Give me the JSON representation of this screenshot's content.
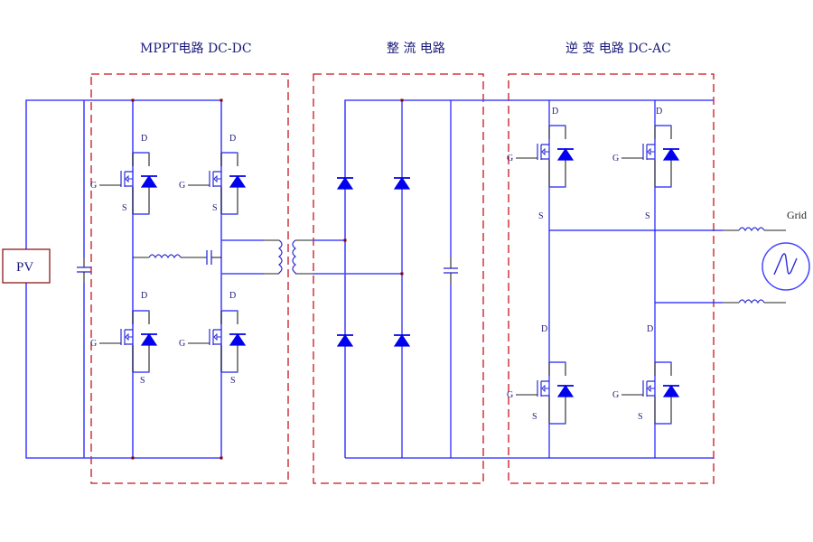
{
  "diagram": {
    "type": "circuit-schematic",
    "sections": [
      {
        "id": "mppt",
        "title": "MPPT电路 DC-DC"
      },
      {
        "id": "rectifier",
        "title": "整 流 电路"
      },
      {
        "id": "inverter",
        "title": "逆 变 电路 DC-AC"
      }
    ],
    "source": {
      "label": "PV"
    },
    "load": {
      "label": "Grid"
    },
    "terminal_labels": {
      "drain": "D",
      "gate": "G",
      "source": "S"
    },
    "colors": {
      "wire": "#4646ff",
      "section_border": "#c8141e",
      "diode": "#0000ee",
      "text": "#1a1a7a",
      "node": "#8b0000"
    }
  }
}
